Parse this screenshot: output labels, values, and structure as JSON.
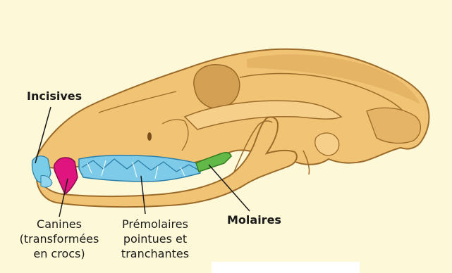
{
  "labels": {
    "incisives": "Incisives",
    "molaires": "Molaires",
    "canines": "Canines\n(transformées\nen crocs)",
    "premolaires": "Prémolaires\npointues et\ntranchantes"
  },
  "colors": {
    "background": "#fdf8d8",
    "bone": "#f0c474",
    "bone_shadow": "#d4a053",
    "bone_outline": "#9c6b2a",
    "incisors": "#79cde8",
    "canines": "#e0147e",
    "premolars": "#7dcbe8",
    "molars": "#62b947"
  }
}
